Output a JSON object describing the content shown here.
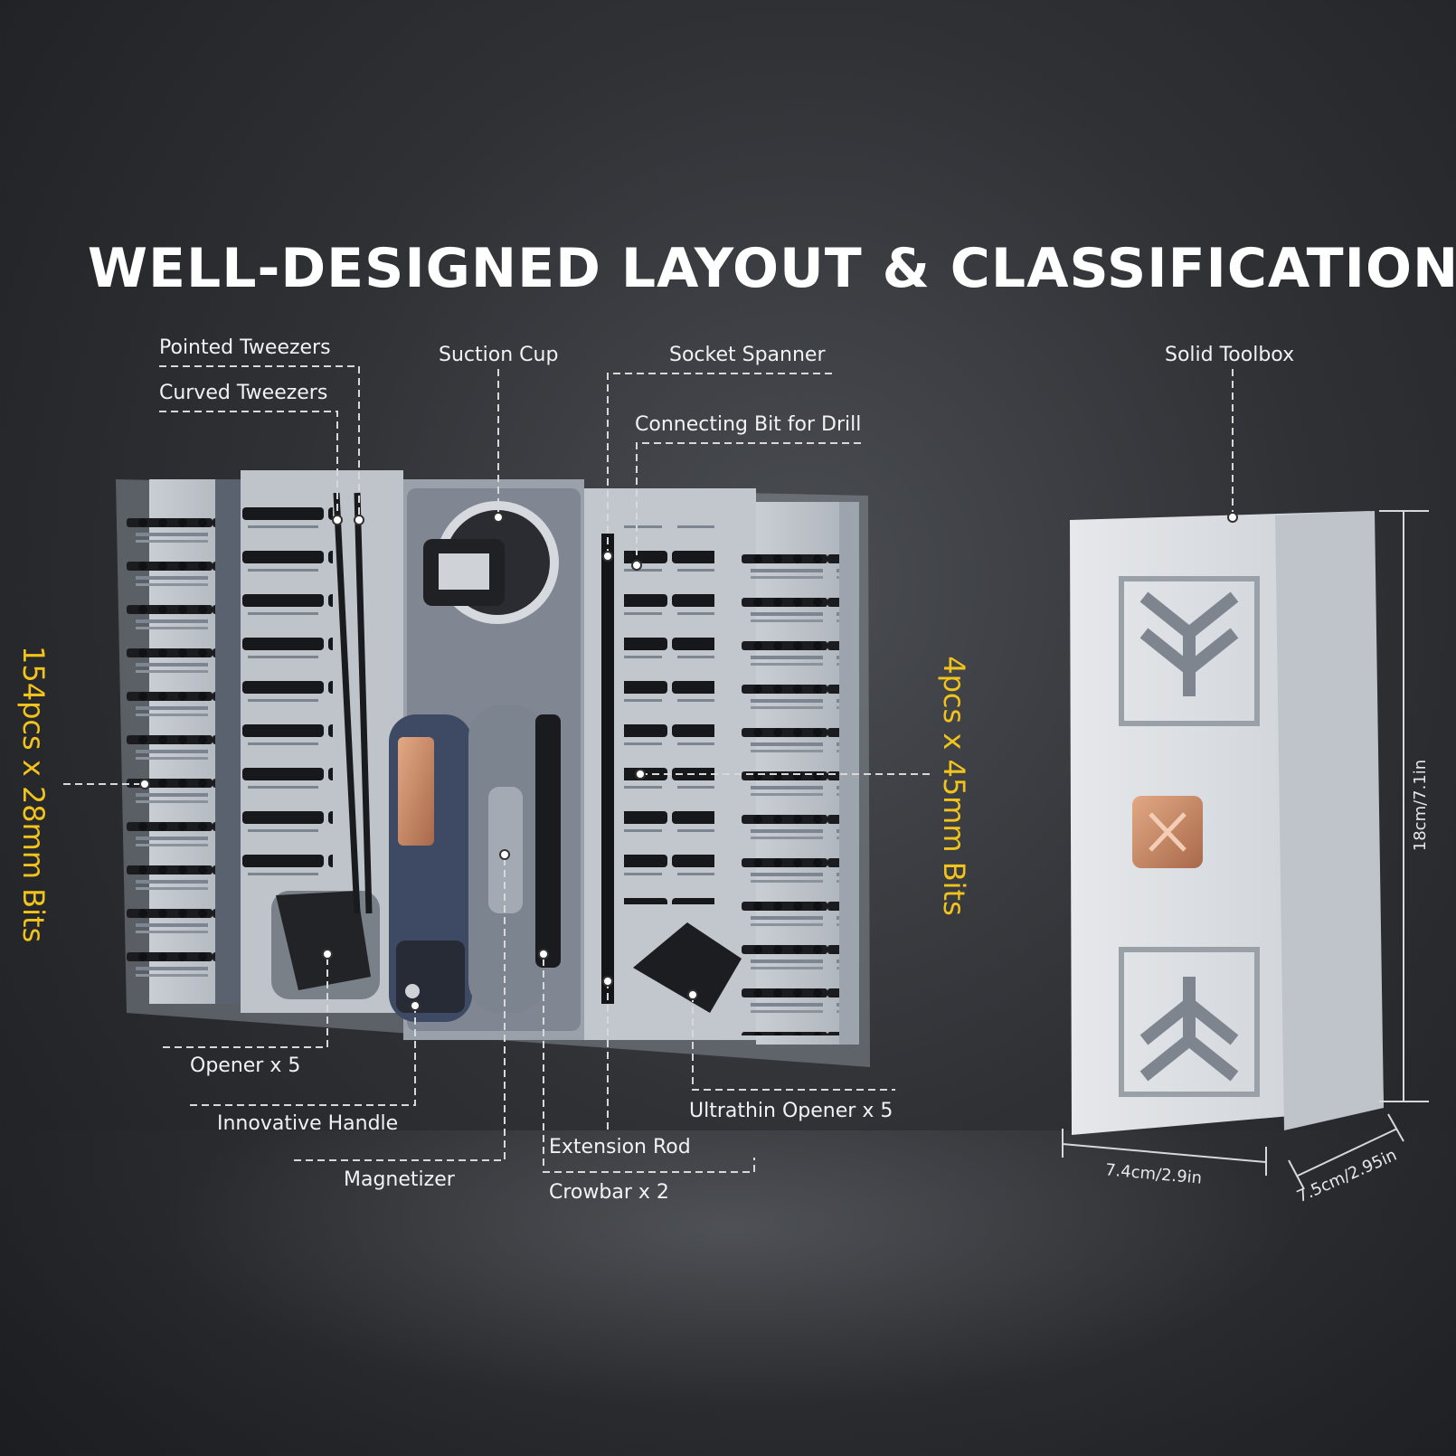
{
  "title": "WELL-DESIGNED LAYOUT & CLASSIFICATION",
  "labels": {
    "pointed_tweezers": "Pointed Tweezers",
    "curved_tweezers": "Curved  Tweezers",
    "suction_cup": "Suction Cup",
    "socket_spanner": "Socket Spanner",
    "connecting_bit": "Connecting Bit for Drill",
    "solid_toolbox": "Solid Toolbox",
    "opener": "Opener x 5",
    "innovative_handle": "Innovative Handle",
    "magnetizer": "Magnetizer",
    "extension_rod": "Extension Rod",
    "crowbar": "Crowbar x 2",
    "ultrathin_opener": "Ultrathin Opener x 5"
  },
  "callouts": {
    "bits_28mm": "154pcs x 28mm Bits",
    "bits_45mm": "4pcs x 45mm Bits"
  },
  "dimensions": {
    "width": "7.4cm/2.9in",
    "depth": "7.5cm/2.95in",
    "height": "18cm/7.1in"
  },
  "colors": {
    "accent_yellow": "#f2c31c",
    "copper": "#c98a62",
    "panel_light": "#cfd3d8",
    "panel_dark": "#5a6270"
  },
  "icons": [
    "tweezers-icon",
    "suction-cup-icon",
    "handle-icon",
    "opener-icon",
    "toolbox-logo-icon"
  ]
}
